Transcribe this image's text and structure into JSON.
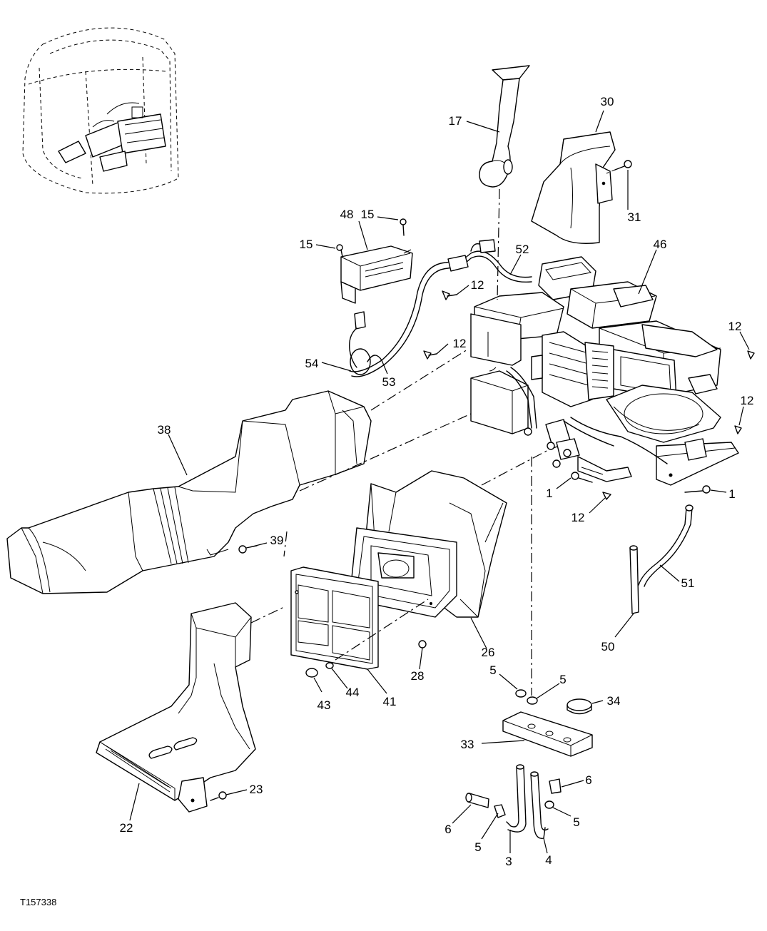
{
  "drawing_ref": "T157338",
  "callouts": [
    {
      "id": "c17",
      "label": "17"
    },
    {
      "id": "c30",
      "label": "30"
    },
    {
      "id": "c31",
      "label": "31"
    },
    {
      "id": "c48",
      "label": "48"
    },
    {
      "id": "c15a",
      "label": "15"
    },
    {
      "id": "c15b",
      "label": "15"
    },
    {
      "id": "c52",
      "label": "52"
    },
    {
      "id": "c46",
      "label": "46"
    },
    {
      "id": "c12a",
      "label": "12"
    },
    {
      "id": "c12b",
      "label": "12"
    },
    {
      "id": "c12c",
      "label": "12"
    },
    {
      "id": "c12d",
      "label": "12"
    },
    {
      "id": "c12e",
      "label": "12"
    },
    {
      "id": "c54",
      "label": "54"
    },
    {
      "id": "c53",
      "label": "53"
    },
    {
      "id": "c38",
      "label": "38"
    },
    {
      "id": "c1a",
      "label": "1"
    },
    {
      "id": "c1b",
      "label": "1"
    },
    {
      "id": "c39",
      "label": "39"
    },
    {
      "id": "c51",
      "label": "51"
    },
    {
      "id": "c50",
      "label": "50"
    },
    {
      "id": "c26",
      "label": "26"
    },
    {
      "id": "c28",
      "label": "28"
    },
    {
      "id": "c41",
      "label": "41"
    },
    {
      "id": "c43",
      "label": "43"
    },
    {
      "id": "c44",
      "label": "44"
    },
    {
      "id": "c5a",
      "label": "5"
    },
    {
      "id": "c5b",
      "label": "5"
    },
    {
      "id": "c5c",
      "label": "5"
    },
    {
      "id": "c5d",
      "label": "5"
    },
    {
      "id": "c34",
      "label": "34"
    },
    {
      "id": "c33",
      "label": "33"
    },
    {
      "id": "c6a",
      "label": "6"
    },
    {
      "id": "c6b",
      "label": "6"
    },
    {
      "id": "c3",
      "label": "3"
    },
    {
      "id": "c4",
      "label": "4"
    },
    {
      "id": "c22",
      "label": "22"
    },
    {
      "id": "c23",
      "label": "23"
    }
  ]
}
